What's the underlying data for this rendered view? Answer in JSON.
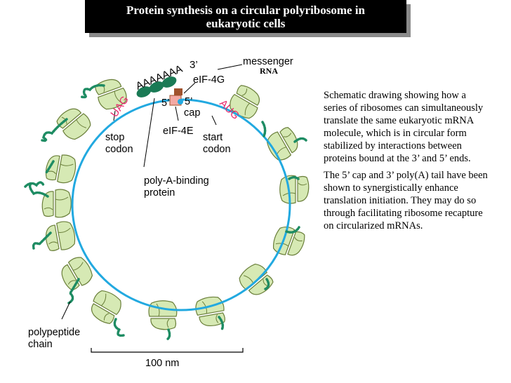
{
  "title": {
    "line1": "Protein synthesis on a circular polyribosome in",
    "line2": "eukaryotic cells"
  },
  "labels": {
    "messenger": "messenger",
    "rna": "RNA",
    "poly_a": "AAAAAAA",
    "three_prime": "3’",
    "eif4g": "eIF-4G",
    "five_prime_left": "5’",
    "five_prime_cap": "5’",
    "cap": "cap",
    "uag": "UAG",
    "aug": "AUG",
    "eif4e": "eIF-4E",
    "stop": "stop",
    "stop_codon": "codon",
    "start": "start",
    "start_codon": "codon",
    "pabp_line1": "poly-A-binding",
    "pabp_line2": "protein",
    "polypeptide_line1": "polypeptide",
    "polypeptide_line2": "chain",
    "scale": "100 nm"
  },
  "description": {
    "para1": "Schematic drawing showing how a series of ribosomes can simultaneously translate the same eukaryotic mRNA molecule, which is in circular form stabilized by interactions between proteins bound at the 3’ and 5’ ends.",
    "para2": "The 5’ cap and 3’ poly(A) tail have been shown to synergistically enhance translation initiation. They may do so through facilitating ribosome recapture on circularized mRNAs."
  },
  "colors": {
    "ribosome_fill": "#d6e9b4",
    "ribosome_stroke": "#6a7f3a",
    "mrna": "#22a9e0",
    "peptide": "#1e8c63",
    "pabp": "#1a7a55",
    "codon_text": "#e8256b",
    "cap_fill": "#f3a9a4",
    "eif4e_fill": "#a0522d"
  }
}
